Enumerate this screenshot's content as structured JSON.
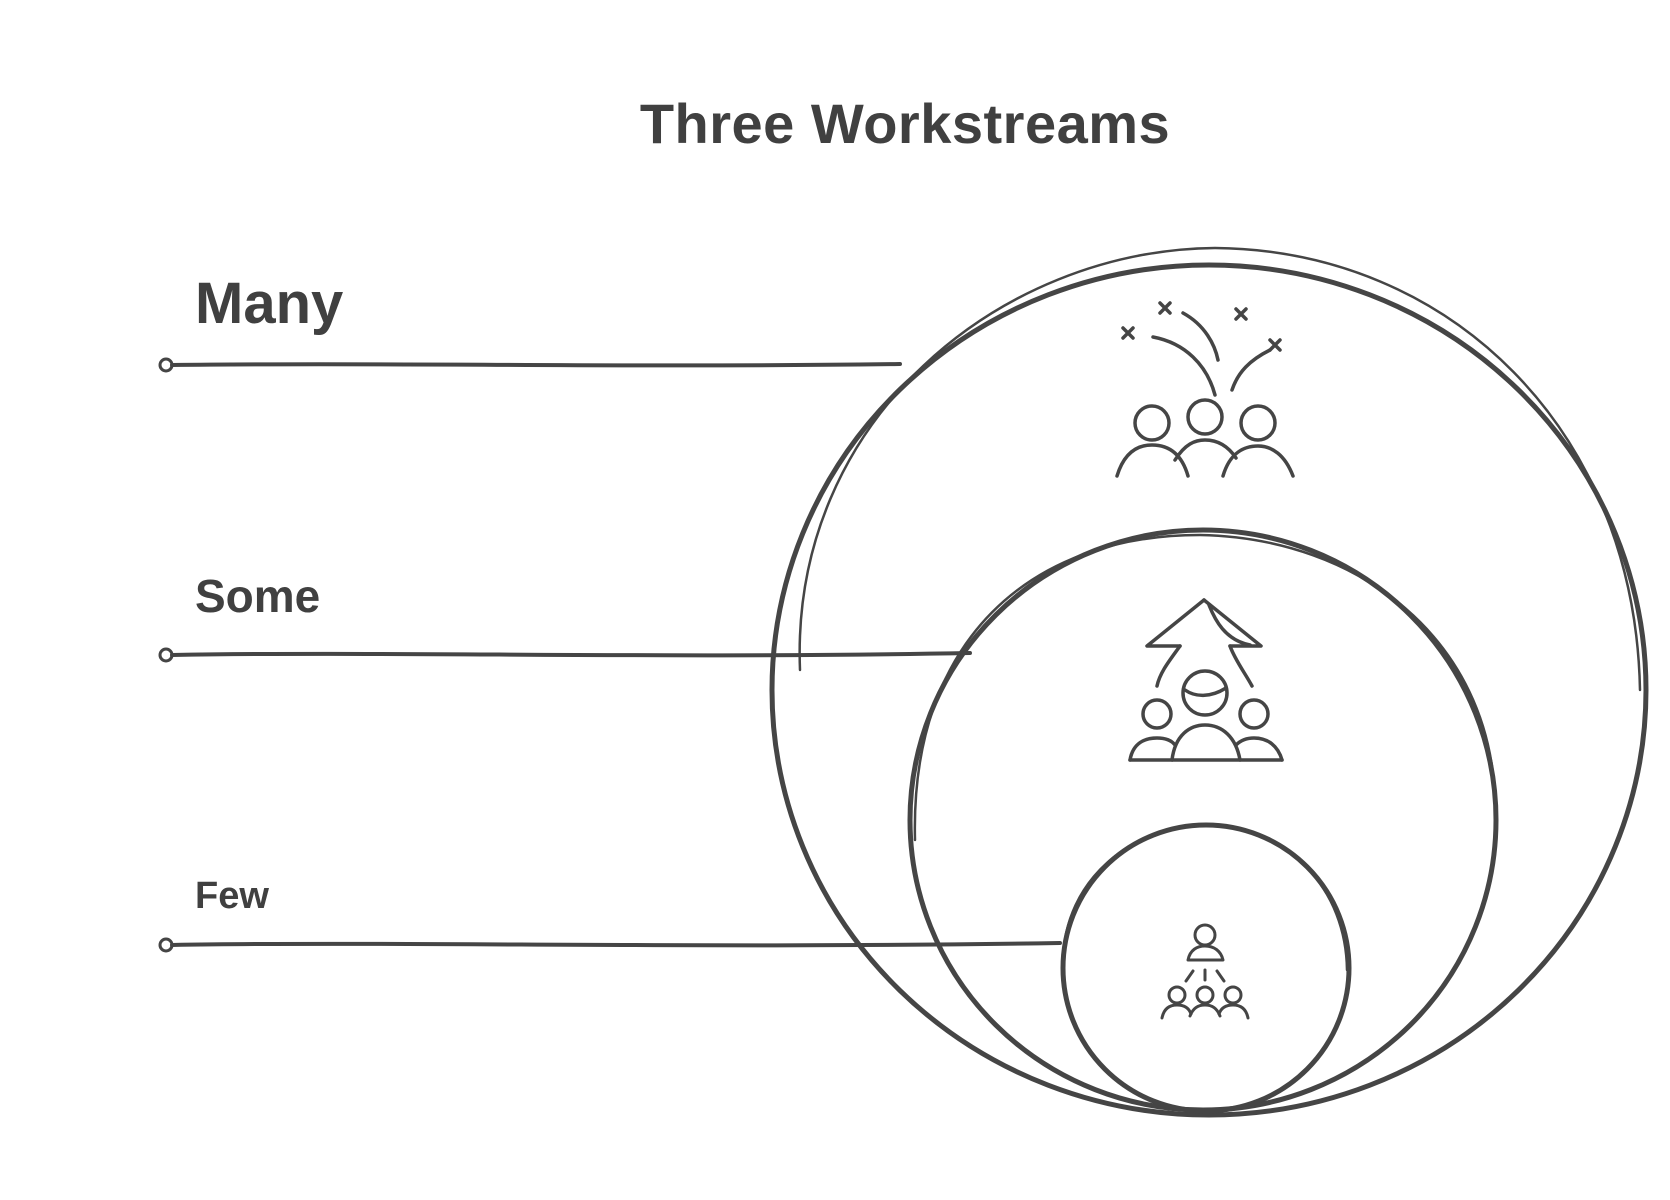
{
  "title": "Three Workstreams",
  "levels": [
    {
      "label": "Many",
      "icon": "team-celebration-icon"
    },
    {
      "label": "Some",
      "icon": "team-growth-icon"
    },
    {
      "label": "Few",
      "icon": "small-team-hierarchy-icon"
    }
  ],
  "colors": {
    "stroke": "#454545",
    "text": "#404040",
    "background": "#ffffff"
  }
}
